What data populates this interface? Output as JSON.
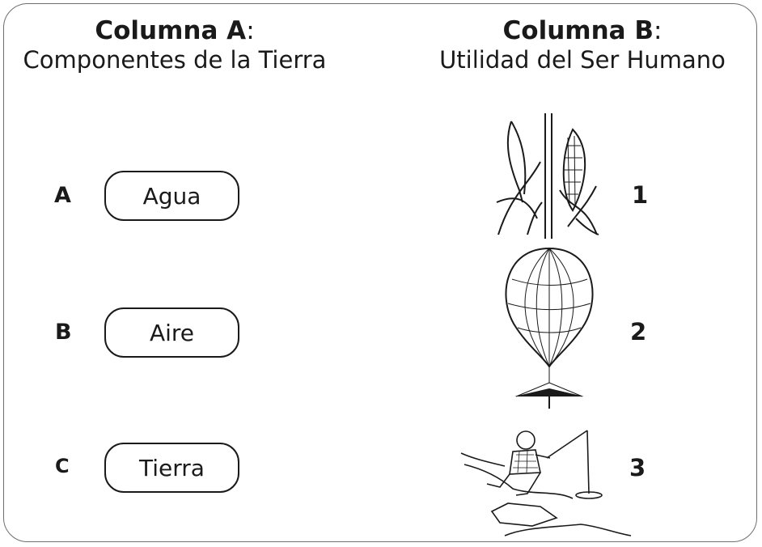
{
  "column_a": {
    "heading_bold": "Columna A",
    "heading_colon": ":",
    "subtitle": "Componentes de la Tierra",
    "items": [
      {
        "letter": "A",
        "label": "Agua"
      },
      {
        "letter": "B",
        "label": "Aire"
      },
      {
        "letter": "C",
        "label": "Tierra"
      }
    ]
  },
  "column_b": {
    "heading_bold": "Columna B",
    "heading_colon": ":",
    "subtitle": "Utilidad del Ser Humano",
    "items": [
      {
        "number": "1",
        "icon": "corn-plants-icon"
      },
      {
        "number": "2",
        "icon": "hot-air-balloon-icon"
      },
      {
        "number": "3",
        "icon": "boy-fishing-icon"
      }
    ]
  }
}
